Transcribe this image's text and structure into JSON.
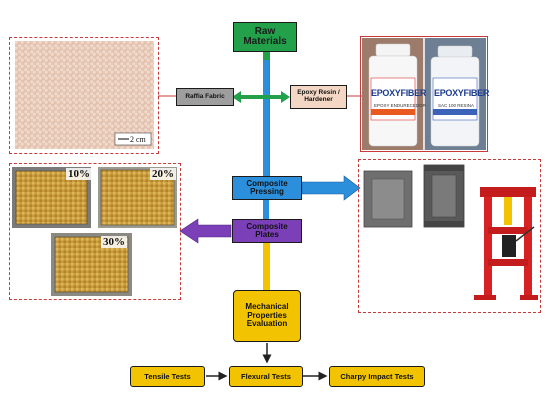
{
  "nodes": {
    "raw_materials": "Raw\nMaterials",
    "raffia_fabric": "Raffia Fabric",
    "epoxy": "Epoxy Resin /\nHardener",
    "composite_pressing": "Composite\nPressing",
    "composite_plates": "Composite\nPlates",
    "mechanical": "Mechanical\nProperties\nEvaluation",
    "tensile": "Tensile Tests",
    "flexural": "Flexural Tests",
    "charpy": "Charpy Impact Tests"
  },
  "photos": {
    "scale_bar": "2 cm",
    "plate_10": "10%",
    "plate_20": "20%",
    "plate_30": "30%",
    "jar_brand_left": "EPOXYFIBER",
    "jar_brand_right": "EPOXYFIBER",
    "jar_sub_left": "EPOXY ENDURECEDOR",
    "jar_sub_right": "SAC 100 RESINA"
  },
  "colors": {
    "green": "#22a04a",
    "blue": "#2b8fdc",
    "purple": "#7b3fb8",
    "yellow": "#f2c300",
    "frame": "#c83a3a",
    "raffia_box": "#9e9e9e",
    "epoxy_box": "#f3d7c4"
  }
}
